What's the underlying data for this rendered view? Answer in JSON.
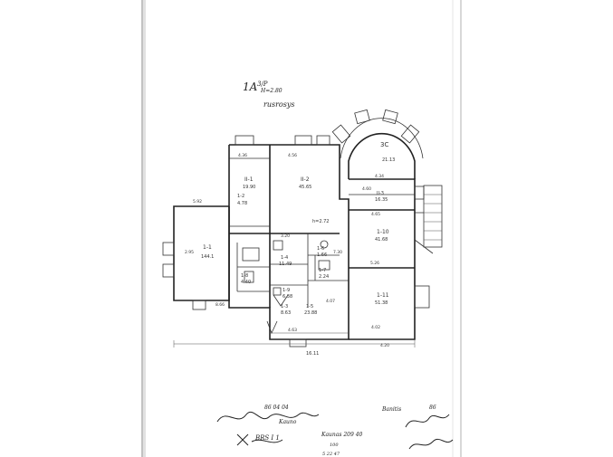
{
  "header": {
    "code": "1A",
    "code_sup": "3/P",
    "height": "H=2.80",
    "floor_name": "rusrosys"
  },
  "rooms": [
    {
      "id": "1",
      "label": "1-1",
      "area": "144.1"
    },
    {
      "id": "2",
      "label": "II-1",
      "area": "19.90"
    },
    {
      "id": "3",
      "label": "II-2",
      "area": "45.65"
    },
    {
      "id": "4",
      "label": "3C",
      "area": "21.13"
    },
    {
      "id": "5",
      "label": "II-3",
      "area": "16.35"
    },
    {
      "id": "6",
      "label": "1-2",
      "area": "4.78"
    },
    {
      "id": "7",
      "label": "1-4",
      "area": "11.49"
    },
    {
      "id": "8",
      "label": "1-6",
      "area": "1.66"
    },
    {
      "id": "9",
      "label": "1-7",
      "area": "2.24"
    },
    {
      "id": "10",
      "label": "1-8",
      "area": "4.40"
    },
    {
      "id": "11",
      "label": "1-9",
      "area": "6.38"
    },
    {
      "id": "12",
      "label": "1-3",
      "area": "8.63"
    },
    {
      "id": "13",
      "label": "1-5",
      "area": "23.88"
    },
    {
      "id": "14",
      "label": "1-10",
      "area": "41.68"
    },
    {
      "id": "15",
      "label": "1-11",
      "area": "51.38"
    }
  ],
  "dimensions": {
    "overall_width": "16.11",
    "height_mark": "h=2.72",
    "d1": "5.92",
    "d2": "4.36",
    "d3": "4.56",
    "d4": "4.34",
    "d5": "2.95",
    "d6": "4.65",
    "d7": "5.26",
    "d8": "4.63",
    "d9": "3.20",
    "d10": "8.66",
    "d11": "4.02",
    "d12": "4.60",
    "d13": "4.07",
    "d14": "4.20",
    "d15": "7.30"
  },
  "footer": {
    "left_numbers": "86  04  04",
    "sig_left_text": "Kauno",
    "stamp_small": "BRS  I  1",
    "city_line": "Kaunas  209  40",
    "num_100": "100",
    "bottom_nums": "5    22    47",
    "sig_right_label": "Banitis",
    "sig_right_num": "86"
  }
}
